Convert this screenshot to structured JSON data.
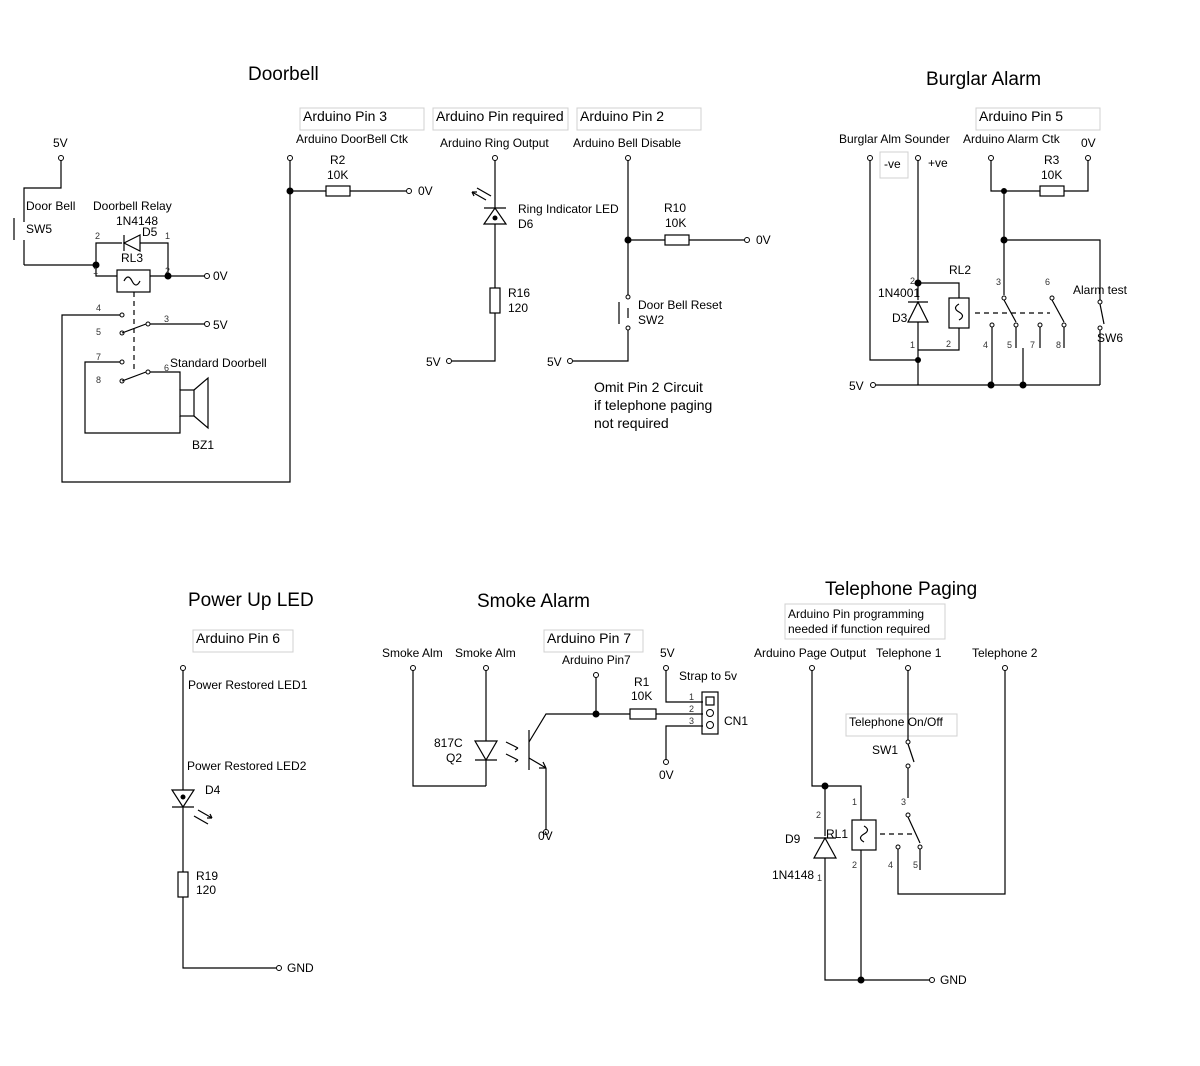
{
  "sections": {
    "doorbell": "Doorbell",
    "burglar": "Burglar Alarm",
    "powerup": "Power Up LED",
    "smoke": "Smoke Alarm",
    "telephone": "Telephone Paging"
  },
  "notes": {
    "pin3": "Arduino Pin 3",
    "pin_required": "Arduino Pin required",
    "pin2": "Arduino Pin 2",
    "pin5": "Arduino Pin 5",
    "pin6": "Arduino Pin 6",
    "pin7": "Arduino Pin 7",
    "prog1": "Arduino Pin programming",
    "prog2": "needed if function required",
    "tel_onoff": "Telephone On/Off",
    "omit1": "Omit Pin 2 Circuit",
    "omit2": "if telephone paging",
    "omit3": "not required",
    "neg_ve": "-ve"
  },
  "labels": {
    "doorbell_ctk": "Arduino DoorBell Ctk",
    "ring_output": "Arduino Ring Output",
    "bell_disable": "Arduino Bell Disable",
    "burglar_sounder": "Burglar Alm Sounder",
    "alarm_ctk": "Arduino Alarm Ctk",
    "pos_ve": "+ve",
    "power_led1": "Power Restored LED1",
    "power_led2": "Power Restored LED2",
    "smoke_alm_1": "Smoke Alm",
    "smoke_alm_2": "Smoke Alm",
    "arduino_pin7": "Arduino Pin7",
    "strap": "Strap to 5v",
    "page_output": "Arduino Page Output",
    "telephone1": "Telephone 1",
    "telephone2": "Telephone 2",
    "door_bell": "Door Bell",
    "doorbell_relay": "Doorbell Relay",
    "standard_doorbell": "Standard Doorbell",
    "ring_led": "Ring Indicator LED",
    "door_bell_reset": "Door Bell Reset",
    "alarm_test": "Alarm test"
  },
  "rails": {
    "v5": "5V",
    "v0": "0V",
    "gnd": "GND",
    "v5_lower": "5V",
    "v0_lower": "0V"
  },
  "components": {
    "sw5": "SW5",
    "n1n4148": "1N4148",
    "d5": "D5",
    "rl3": "RL3",
    "bz1": "BZ1",
    "r2": "R2",
    "r2_val": "10K",
    "d6": "D6",
    "r16": "R16",
    "r16_val": "120",
    "r10": "R10",
    "r10_val": "10K",
    "sw2": "SW2",
    "r3": "R3",
    "r3_val": "10K",
    "n1n4001": "1N4001",
    "d3": "D3",
    "rl2": "RL2",
    "sw6": "SW6",
    "d4": "D4",
    "r19": "R19",
    "r19_val": "120",
    "q2_type": "817C",
    "q2": "Q2",
    "r1": "R1",
    "r1_val": "10K",
    "cn1": "CN1",
    "sw1": "SW1",
    "d9": "D9",
    "rl1": "RL1",
    "n1n4148_b": "1N4148"
  },
  "pins": {
    "p1": "1",
    "p2": "2",
    "p3": "3",
    "p4": "4",
    "p5": "5",
    "p6": "6",
    "p7": "7",
    "p8": "8"
  }
}
